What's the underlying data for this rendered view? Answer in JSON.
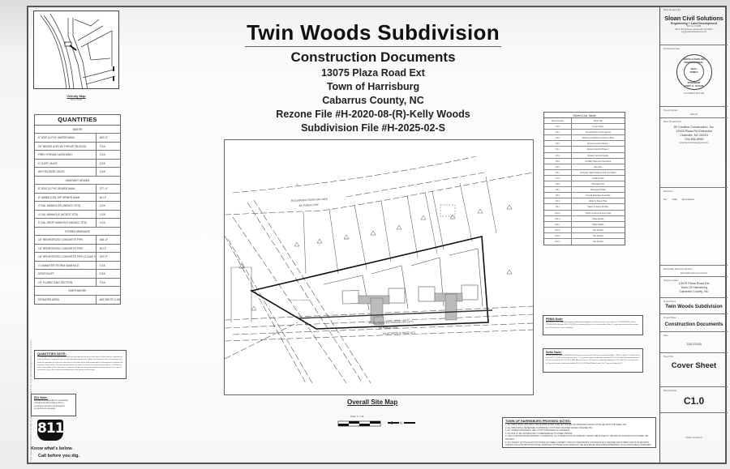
{
  "header": {
    "title": "Twin Woods Subdivision",
    "subtitle": "Construction Documents",
    "address_lines": [
      "13075 Plaza Road Ext",
      "Town of Harrisburg",
      "Cabarrus County, NC",
      "Rezone File #H-2020-08-(R)-Kelly Woods",
      "Subdivision File #H-2025-02-S"
    ]
  },
  "vicinity_map": {
    "caption": "Vicinity Map",
    "scale_note": "Not to Scale"
  },
  "quantities": {
    "title": "QUANTITIES",
    "sections": [
      {
        "name": "WATER",
        "rows": [
          {
            "item": "6\" SDR 14 PVC WATER MAIN",
            "qty": "453 LF"
          },
          {
            "item": "90° BENDS (DIP) W/ THRUST BLOCKS",
            "qty": "1 EA"
          },
          {
            "item": "FIRE HYDRANT ASSEMBLY",
            "qty": "1 EA"
          },
          {
            "item": "6\" GATE VALVE",
            "qty": "1 EA"
          },
          {
            "item": "AIR RELEASE VALVE",
            "qty": "1 EA"
          }
        ]
      },
      {
        "name": "SANITARY SEWER",
        "rows": [
          {
            "item": "8\" SDR 21 PVC SEWER MAIN",
            "qty": "377 LF"
          },
          {
            "item": "8\" AWWA C151 DIP SEWER MAIN",
            "qty": "44 LF"
          },
          {
            "item": "4' DIA. MANHOLES (WSACC STD)",
            "qty": "1 EA"
          },
          {
            "item": "4' DIA. MANHOLE (NCDOT STD)",
            "qty": "1 EA"
          },
          {
            "item": "5' DIA. DROP MANHOLE (WSACC STD)",
            "qty": "1 EA"
          }
        ]
      },
      {
        "name": "STORM DRAINAGE",
        "rows": [
          {
            "item": "15\" REINFORCED CONCRETE PIPE",
            "qty": "168 LF"
          },
          {
            "item": "18\" REINFORCED CONCRETE PIPE",
            "qty": "39 LF"
          },
          {
            "item": "18\" REINFORCED CONCRETE PIPE (CLASS IV)",
            "qty": "129 LF"
          },
          {
            "item": "4' DIAMETER STORM MANHOLE",
            "qty": "1 EA"
          },
          {
            "item": "DROP INLET",
            "qty": "2 EA"
          },
          {
            "item": "15\" FLARED END SECTION",
            "qty": "1 EA"
          }
        ]
      },
      {
        "name": "EARTHWORK",
        "rows": [
          {
            "item": "DENUDED AREA",
            "qty": "465,306 SF (1.69 AC)"
          }
        ]
      }
    ]
  },
  "notes": {
    "quantities_note": {
      "title": "QUANTITIES NOTE:",
      "text": "1. Quantities shown are approximate and only provided for the use of the Town of Harrisburg as requested in the Plan Review Comment Letter to calculate approximate fees. Sloan Civil Solutions does not warranty nor verify the quantities of materials listed herein and shall not be held responsible for discrepancies between the quantities in this table. The bids represented on the plans for actual as-constructed quantities. It shall be the sole responsibility of the contractor to estimate and procure adequate materials and pricing for the scope of work within this or their contracted obligations to the owner or other party."
    },
    "b811_note": {
      "title": "811 Note:",
      "text": "Contractor is responsible for coordinating underground utility locations prior to construction activities and throughout construction as necessary."
    },
    "fema_note": {
      "title": "FEMA Note:",
      "text": "According to the Federal Emergency Management Agency's Flood Insurance rate maps no. 3710560000K, and no. 3710561000K effective 9/25, 2017(K), the majority of the site is located within Zone X, areas determined to be outside the 0.2% annual chance floodplain."
    },
    "soils_note": {
      "title": "Soils Note:",
      "text": "As was provided by the USDA Natural Resources Conservation Services, dated September 1, 2024. Cabarrus Co soils on site area: 34.1% CeB2 (Cecil sandy clay loam, 2 to 8 percent slopes, moderately eroded) 65.9 & 16.5% MeB (Mecklenburg loam 2 to 8 percent slopes) 65.9 & 16.5% MeB (Monacan loam, 0 to 2 percent, frequently flooded) 14.1% CeB2 (Cecil sandy loam, 2 to 8 percent slopes, moderately eroded) 65.9 & 16.5% MeB (Wilkes loam, 8 to 15 percent slopes) 65.9"
    },
    "harrisburg_note": {
      "title": "TOWN OF HARRISBURG PROVIDED NOTES:",
      "items": [
        "1. ALL PIPES SHALL INCLUDE A TRACE WIRE WATER SLEEVES TRACER OR APPROVED SIGNAL INSTALLED WITH THE SAME LAID.",
        "2. ALL PIPES SHALL BE BEDDED ACCORDINGLY WITH 6000 CRUSHED GRAVEL (WASHED #57).",
        "3. ALL STREET CROSSINGS, SEE 1 FOOT STANDARDS AT A MINIMUM.",
        "4. NO PIPE TO BE CROSSED WITH INTERFERENCE TO STREET DRAINS.",
        "5. USE A 6 INCHES FROM PROPERTY & COMPLETE. ALL CONNECTIONS OR MADE BUT SHOULD BE PLACED AT THE END OF CONSTRUCTION WHEN THE PROJECT.",
        "6. ANY ASPECT OF THE PLANS THAT DOES NOT MEET CURRENT TOWN OF HARRISBURG STANDARDS WILL REQUIRE ADJUSTMENT AND PLAN REVISION DURING THE CONSTRUCTION PHASE. APPROVAL OF THESE PLANS DOES NOT RELIEVE DEVELOPER FROM ADHERENCE TO ALL APPLICABLE STANDARDS."
      ]
    }
  },
  "b811": {
    "logo": "811",
    "line1": "Know what's below.",
    "line2": "Call before you dig."
  },
  "site_map": {
    "caption": "Overall Site Map",
    "scale_text": "Scale: 1\" = 40'",
    "scale_ticks_top": [
      "0'",
      "20'",
      "40'",
      "120'"
    ],
    "scale_ticks_bottom": [
      "0'",
      "5'",
      "5'",
      "5'"
    ],
    "road_top": "ROCKWOOD ROAD (SR-1303)",
    "road_top_rw": "60' PUBLIC R/W",
    "road_bottom": "PLAZA ROAD EXTENSION (SR-1177)",
    "road_bottom_rw": "60' PUBLIC R/W",
    "plat_ref": "(PLAT BOOK 81 PAGE 107)",
    "parcel_label": "Open Space, Common Area"
  },
  "sheet_list": {
    "title": "Sheet List Table",
    "headers": [
      "Sheet Number",
      "Sheet Title"
    ],
    "rows": [
      [
        "C1.0",
        "Cover Sheet"
      ],
      [
        "C2.1",
        "General Notes and Legends"
      ],
      [
        "C3.0",
        "Existing Conditions and Demo Plan"
      ],
      [
        "C4.0",
        "Erosion Control Phase I"
      ],
      [
        "C4.1",
        "Erosion Control Phase II"
      ],
      [
        "C4.2",
        "Erosion Control Details"
      ],
      [
        "C5.0",
        "NCDEQ Sheet and Narrative"
      ],
      [
        "C6.0",
        "Site Plan"
      ],
      [
        "C6.1",
        "Driveway Sight Distance Plan & Profiles"
      ],
      [
        "C7.0",
        "Grading Plan"
      ],
      [
        "C8.0",
        "Drainage Plan"
      ],
      [
        "C8.1",
        "Drainage Profiles"
      ],
      [
        "C8.2",
        "Overall Drainage Area Map"
      ],
      [
        "C9.0",
        "Water & Sewer Plan"
      ],
      [
        "C9.1",
        "Water & Sewer Profiles"
      ],
      [
        "C10.0",
        "Traffic Control & Detour Plan"
      ],
      [
        "C11.0",
        "Utility Details"
      ],
      [
        "C11.1",
        "Utility Details"
      ],
      [
        "C12.0",
        "Site Details"
      ],
      [
        "C12.1",
        "Site Details"
      ],
      [
        "C12.2",
        "Site Details"
      ]
    ]
  },
  "title_block": {
    "prepared_by_label": "Plans Prepared By:",
    "firm_name": "Sloan Civil Solutions",
    "firm_tagline": "Engineering + Land Development",
    "firm_license": "Firm Lic. P-1686",
    "firm_address": "204 N. Broad Street, Mooresville, NC 28677",
    "firm_email": "cory@sloancivilsolutions.com",
    "seal_label": "Professional Seal:",
    "seal_top": "NORTH CAROLINA",
    "seal_mid": "PROFESSIONAL",
    "seal_word": "SEAL",
    "seal_number": "058814",
    "seal_bottom": "ENGINEER",
    "seal_name": "CORY A. SLOAN",
    "seal_date": "11/07/2025 6:40:01 PM",
    "project_number_label": "Project Number:",
    "project_number": "2024-43",
    "prepared_for_label": "Plans Prepared For:",
    "client_name": "JR Creative Construction, Inc.",
    "client_address1": "12925 Plaza Rd Extension",
    "client_address2": "Charlotte, NC 28215",
    "client_phone": "704-456-6995",
    "client_email": "jrcreativeconstruction@gmail.com",
    "revisions_label": "Revisions:",
    "revision_headers": [
      "No.",
      "Date",
      "Description"
    ],
    "municipality_label": "Municipality Reference Number:",
    "municipality_value": "Municipality Reference Number",
    "location_label": "Project Location:",
    "location_lines": [
      "13075 Plaza Road Ext",
      "Town Of Harrisburg",
      "Cabarrus County, NC"
    ],
    "project_name_label": "Project Name:",
    "project_name": "Twin Woods Subdivision",
    "project_phase_label": "Project Phase:",
    "project_phase": "Construction Documents",
    "date_label": "Date:",
    "date": "11/07/2025",
    "sheet_title_label": "Sheet Title:",
    "sheet_title": "Cover Sheet",
    "sheet_number_label": "Sheet Number:",
    "sheet_number": "C1.0",
    "scale_note": "Scale: As Noted"
  },
  "side_strip_text": "Last Saved: 11/7/2025 6:39 PM by Cory Sloan   File: S:\\2024-43 Twin Woods\\Dwg\\Sheets\\C1.0 Cover Sheet.dwg"
}
